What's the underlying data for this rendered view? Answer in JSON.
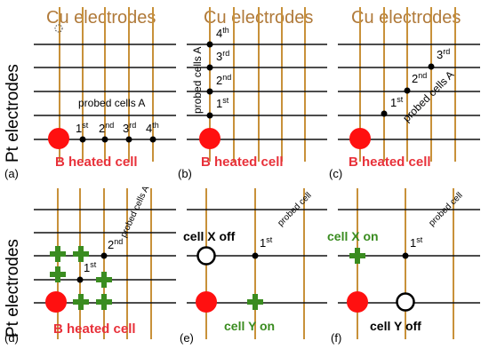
{
  "colors": {
    "cu_line": "#c8913a",
    "cu_text": "#b07a3a",
    "pt_line": "#111111",
    "heated": "#ff1010",
    "heated_text": "#e8313a",
    "green": "#3a8c20",
    "dot": "#000000"
  },
  "titles": {
    "cu": "Cu electrodes",
    "pt": "Pt electrodes"
  },
  "heated_label": "B heated cell",
  "probed_cells_a": "probed cells A",
  "probed_cell": "probed cell",
  "ordinals": {
    "first": {
      "num": "1",
      "sup": "st"
    },
    "second": {
      "num": "2",
      "sup": "nd"
    },
    "third": {
      "num": "3",
      "sup": "rd"
    },
    "fourth": {
      "num": "4",
      "sup": "th"
    }
  },
  "cell_states": {
    "x_off": "cell X off",
    "x_on": "cell X on",
    "y_on": "cell Y on",
    "y_off": "cell Y off"
  },
  "panels": [
    {
      "letter": "(a)"
    },
    {
      "letter": "(b)"
    },
    {
      "letter": "(c)"
    },
    {
      "letter": "(d)"
    },
    {
      "letter": "(e)"
    },
    {
      "letter": "(f)"
    }
  ]
}
